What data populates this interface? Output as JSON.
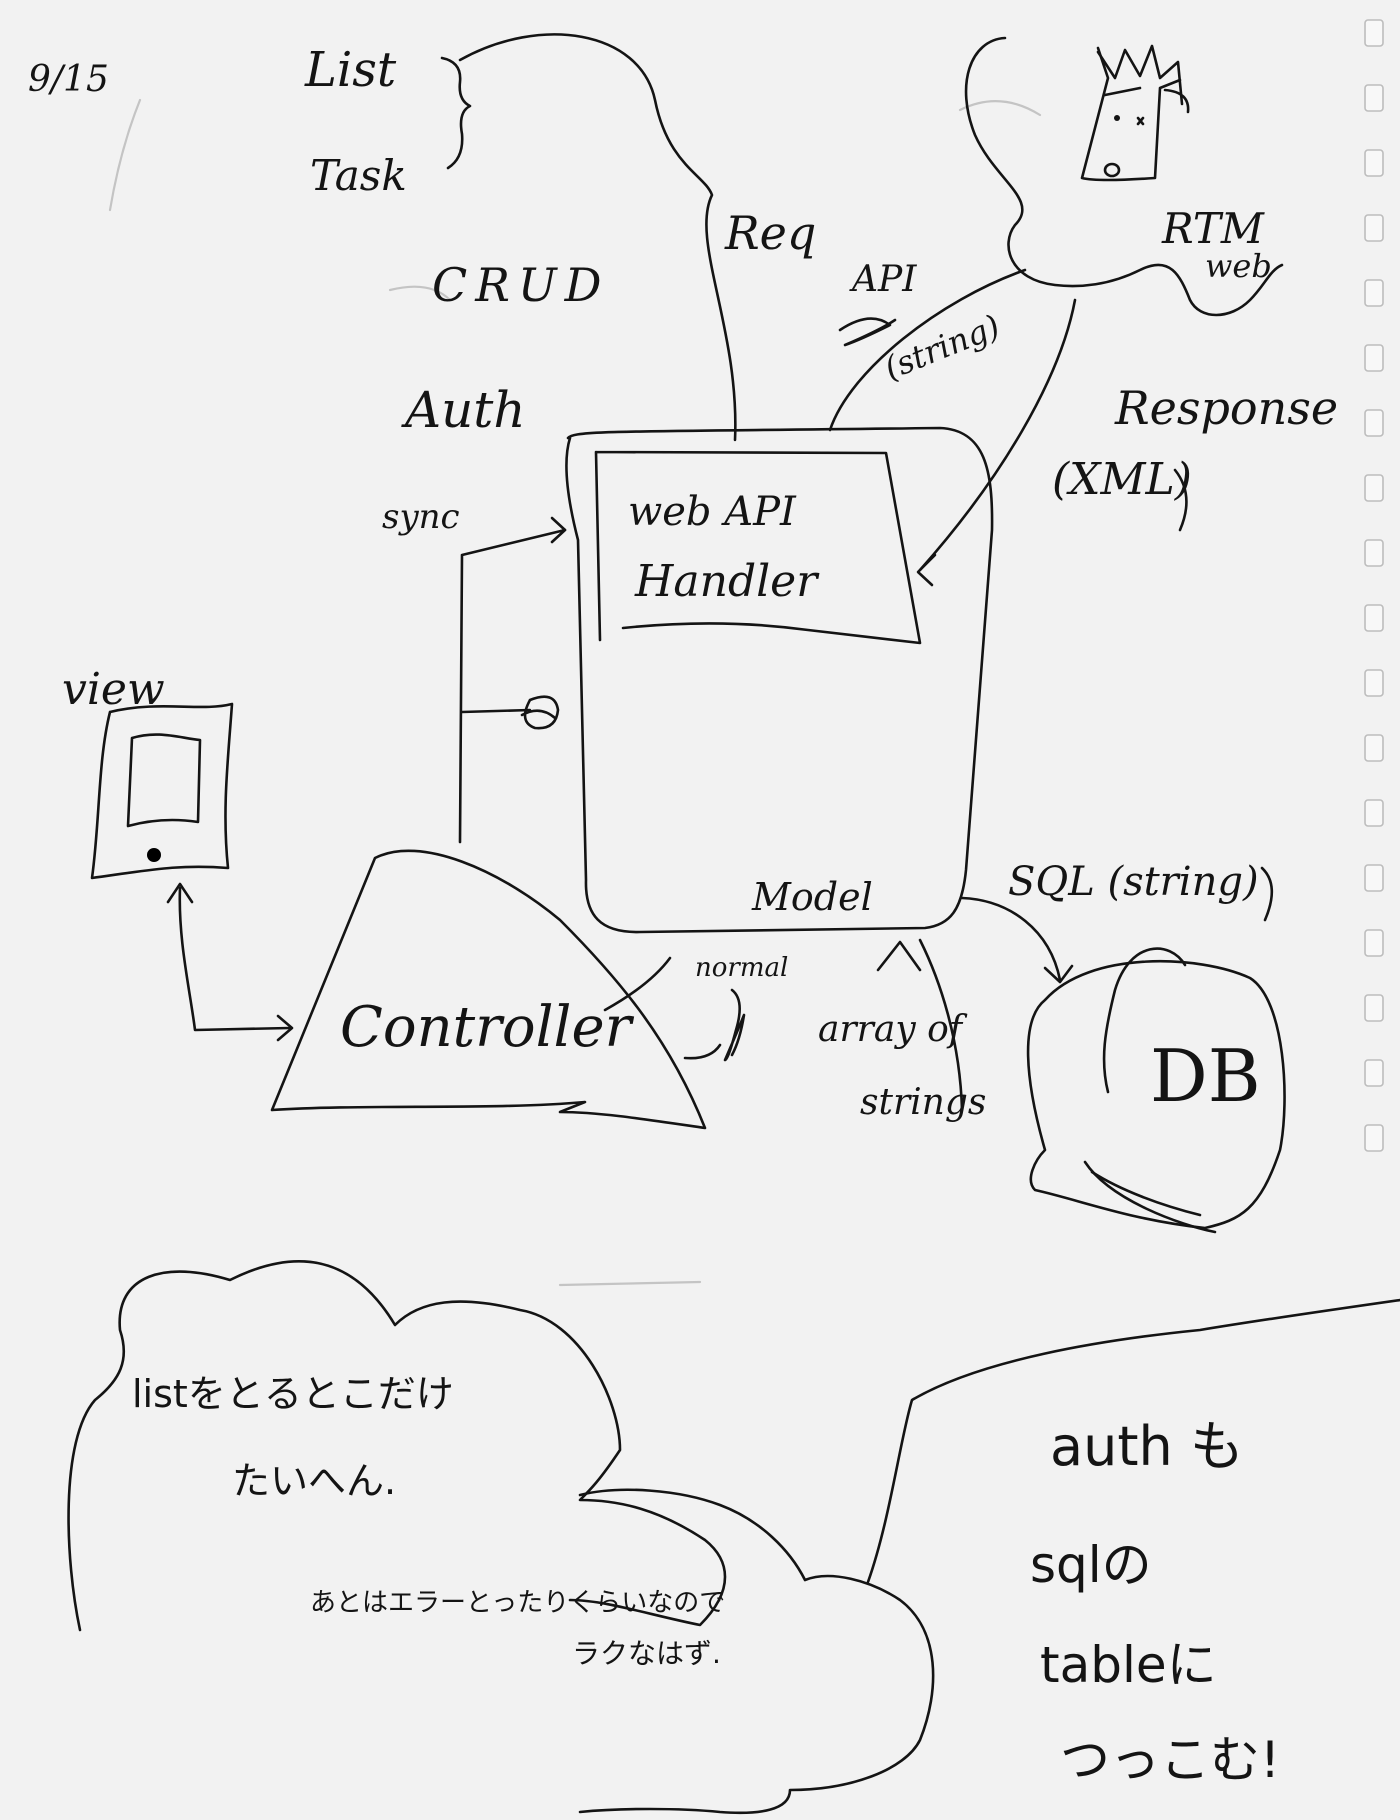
{
  "date": "9/15",
  "labels": {
    "list": "List",
    "task": "Task",
    "crud": "CRUD",
    "auth": "Auth",
    "sync": "sync",
    "req": "Req",
    "api": "API",
    "string_paren": "(string)",
    "rtm_web_rtm": "RTM",
    "rtm_web_web": "web",
    "response": "Response",
    "xml": "(XML)",
    "web_api_handler_line1": "web API",
    "web_api_handler_line2": "Handler",
    "model": "Model",
    "sql_string": "SQL (string)",
    "db": "DB",
    "view": "view",
    "controller": "Controller",
    "normal": "normal",
    "array_of_strings_line1": "array of",
    "array_of_strings_line2": "strings"
  },
  "notes": {
    "left_cloud_line1": "listをとるとこだけ",
    "left_cloud_line2": "たいへん.",
    "middle_cloud_line1": "あとはエラーとったりくらいなので",
    "middle_cloud_line2": "ラクなはず.",
    "right_line1": "auth も",
    "right_line2": "sqlの",
    "right_line3": "tableに",
    "right_line4": "つっこむ!"
  },
  "colors": {
    "paper": "#f2f2f2",
    "ink": "#141414",
    "ghost": "#c8c8c8"
  }
}
